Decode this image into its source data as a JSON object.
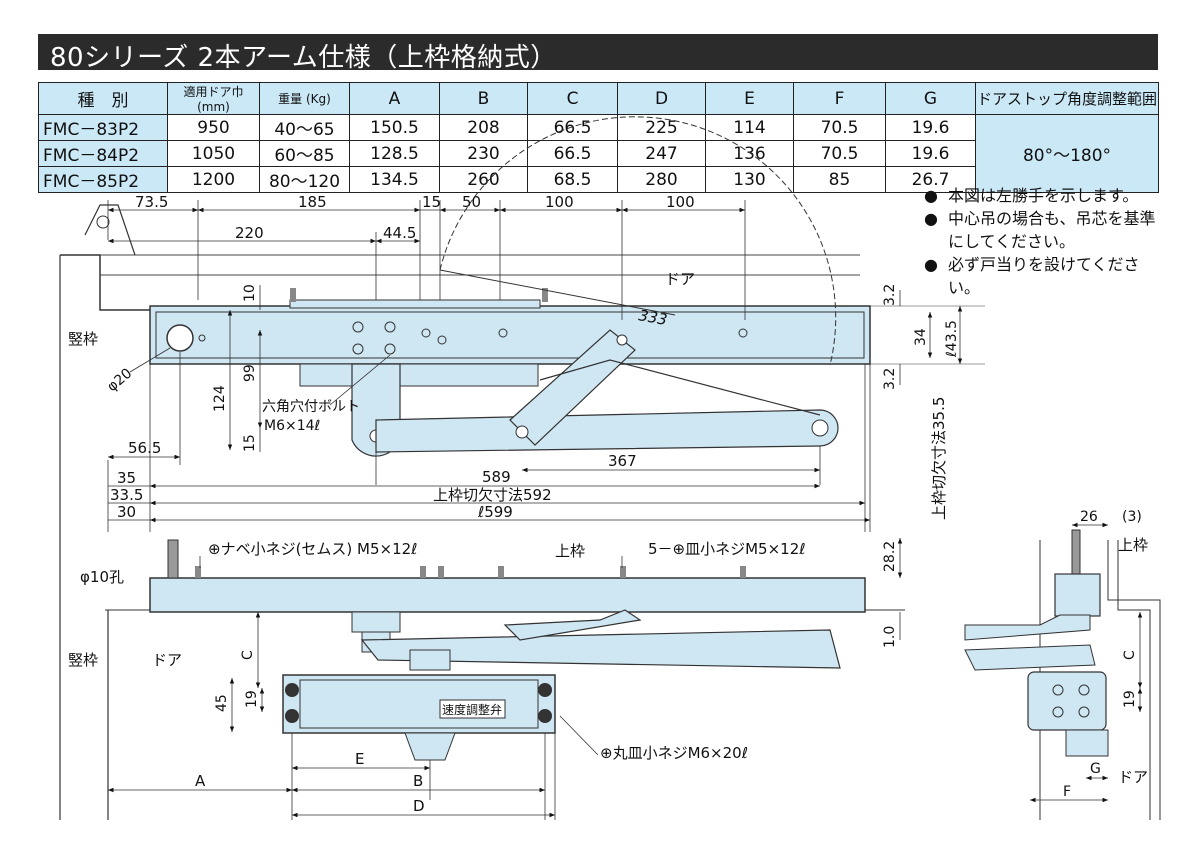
{
  "title": "80シリーズ 2本アーム仕様（上枠格納式）",
  "table": {
    "headers": [
      "種　別",
      "適用ドア巾 (mm)",
      "重量 (Kg)",
      "A",
      "B",
      "C",
      "D",
      "E",
      "F",
      "G",
      "ドアストップ角度調整範囲"
    ],
    "rows": [
      [
        "FMC－83P2",
        "950",
        "40～65",
        "150.5",
        "208",
        "66.5",
        "225",
        "114",
        "70.5",
        "19.6"
      ],
      [
        "FMC－84P2",
        "1050",
        "60～85",
        "128.5",
        "230",
        "66.5",
        "247",
        "136",
        "70.5",
        "19.6"
      ],
      [
        "FMC－85P2",
        "1200",
        "80～120",
        "134.5",
        "260",
        "68.5",
        "280",
        "130",
        "85",
        "26.7"
      ]
    ],
    "stop_range": "80°～180°"
  },
  "notes": {
    "bullet": "●",
    "items": [
      "本図は左勝手を示します。",
      "中心吊の場合も、吊芯を基準にしてください。",
      "必ず戸当りを設けてください。"
    ]
  },
  "top_view": {
    "dims": {
      "d73_5": "73.5",
      "d185": "185",
      "d15a": "15",
      "d50": "50",
      "d100a": "100",
      "d100b": "100",
      "d220": "220",
      "d44_5": "44.5",
      "d10": "10",
      "d124": "124",
      "d99": "99",
      "d15b": "15",
      "d333": "333",
      "d3_2a": "3.2",
      "d34": "34",
      "d43_5": "ℓ43.5",
      "d3_2b": "3.2",
      "d56_5": "56.5",
      "d367": "367",
      "d589": "589",
      "d35": "35",
      "d33_5": "33.5",
      "d30": "30",
      "cut592": "上枠切欠寸法592",
      "l599": "ℓ599",
      "phi20": "φ20",
      "cut35_5": "上枠切欠寸法35.5"
    },
    "labels": {
      "door": "ドア",
      "frame": "竪枠",
      "bolt1": "六角穴付ボルト",
      "bolt2": "M6×14ℓ"
    }
  },
  "front_view": {
    "labels": {
      "screw_pan": "⊕ナベ小ネジ(セムス) M5×12ℓ",
      "head": "上枠",
      "screw_flat": "5－⊕皿小ネジM5×12ℓ",
      "hole": "φ10孔",
      "frame": "竪枠",
      "door": "ドア",
      "valve": "速度調整弁",
      "screw_round": "⊕丸皿小ネジM6×20ℓ"
    },
    "dims": {
      "d28_2": "28.2",
      "d1_0": "1.0",
      "c": "C",
      "d45": "45",
      "d19": "19",
      "e": "E",
      "b": "B",
      "a": "A",
      "d": "D"
    }
  },
  "side_view": {
    "labels": {
      "head": "上枠",
      "door": "ドア"
    },
    "dims": {
      "d26": "26",
      "d3": "(3)",
      "c": "C",
      "d19": "19",
      "g": "G",
      "f": "F"
    }
  }
}
